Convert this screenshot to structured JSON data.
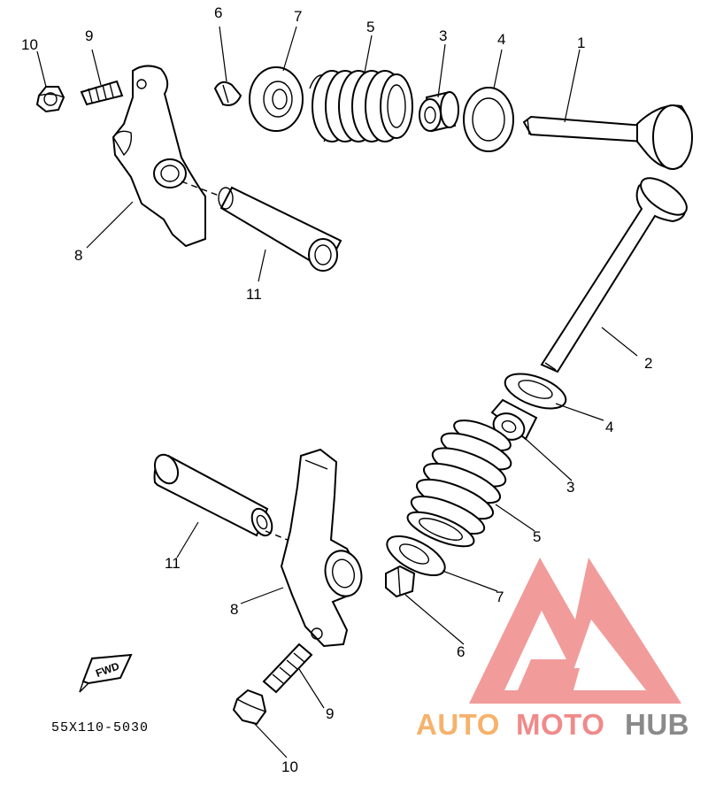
{
  "diagram": {
    "part_code": "55X110-5030",
    "fwd_label": "FWD",
    "callouts": {
      "upper": [
        {
          "id": "callout-10-upper",
          "label": "10"
        },
        {
          "id": "callout-9-upper",
          "label": "9"
        },
        {
          "id": "callout-6-upper",
          "label": "6"
        },
        {
          "id": "callout-7-upper",
          "label": "7"
        },
        {
          "id": "callout-5-upper",
          "label": "5"
        },
        {
          "id": "callout-3-upper",
          "label": "3"
        },
        {
          "id": "callout-4-upper",
          "label": "4"
        },
        {
          "id": "callout-1",
          "label": "1"
        },
        {
          "id": "callout-8-upper",
          "label": "8"
        },
        {
          "id": "callout-11-upper",
          "label": "11"
        }
      ],
      "lower": [
        {
          "id": "callout-2",
          "label": "2"
        },
        {
          "id": "callout-4-lower",
          "label": "4"
        },
        {
          "id": "callout-3-lower",
          "label": "3"
        },
        {
          "id": "callout-5-lower",
          "label": "5"
        },
        {
          "id": "callout-7-lower",
          "label": "7"
        },
        {
          "id": "callout-6-lower",
          "label": "6"
        },
        {
          "id": "callout-11-lower",
          "label": "11"
        },
        {
          "id": "callout-8-lower",
          "label": "8"
        },
        {
          "id": "callout-9-lower",
          "label": "9"
        },
        {
          "id": "callout-10-lower",
          "label": "10"
        }
      ]
    }
  },
  "watermark": {
    "brand_part_1": "AUTO",
    "brand_part_2": "MOTO",
    "brand_part_3": "HUB",
    "colors": {
      "orange": "#f6b26b",
      "red": "#f08a8a",
      "gray": "#8a8a8a"
    }
  }
}
